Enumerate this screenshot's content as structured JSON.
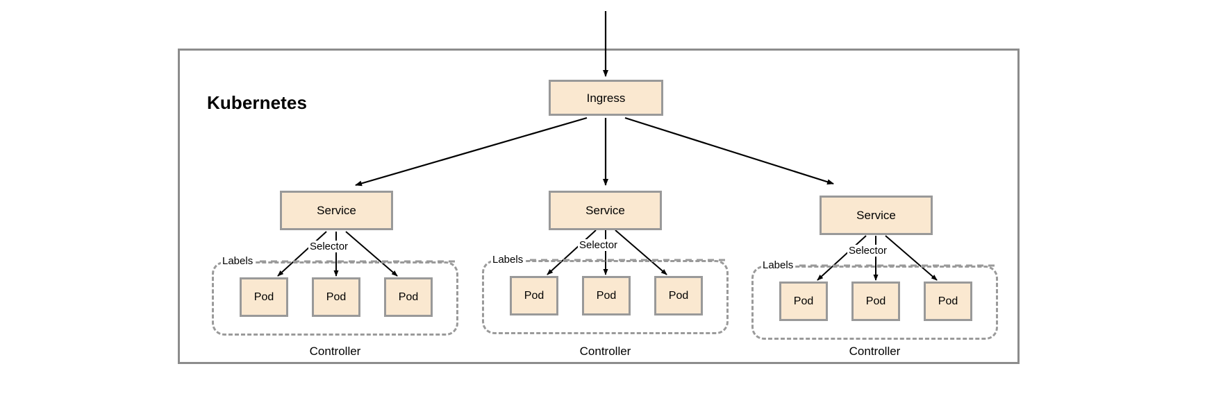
{
  "diagram": {
    "title": "Kubernetes",
    "boundary_label": "Kubernetes",
    "colors": {
      "node_fill": "#fae8d0",
      "node_border": "#999999",
      "boundary_border": "#8c8c8c",
      "dashed_border": "#9a9a9a",
      "arrow": "#000000",
      "text": "#000000",
      "background": "#ffffff"
    },
    "entry": {
      "name": "external-traffic-arrow",
      "description": "incoming arrow from outside the cluster"
    },
    "ingress": {
      "label": "Ingress"
    },
    "services": [
      {
        "label": "Service"
      },
      {
        "label": "Service"
      },
      {
        "label": "Service"
      }
    ],
    "annotations": {
      "selector": "Selector",
      "labels": "Labels",
      "controller": "Controller"
    },
    "controllers": [
      {
        "label": "Controller",
        "selector": "Selector",
        "labels": "Labels",
        "pods": [
          {
            "label": "Pod"
          },
          {
            "label": "Pod"
          },
          {
            "label": "Pod"
          }
        ]
      },
      {
        "label": "Controller",
        "selector": "Selector",
        "labels": "Labels",
        "pods": [
          {
            "label": "Pod"
          },
          {
            "label": "Pod"
          },
          {
            "label": "Pod"
          }
        ]
      },
      {
        "label": "Controller",
        "selector": "Selector",
        "labels": "Labels",
        "pods": [
          {
            "label": "Pod"
          },
          {
            "label": "Pod"
          },
          {
            "label": "Pod"
          }
        ]
      }
    ]
  }
}
